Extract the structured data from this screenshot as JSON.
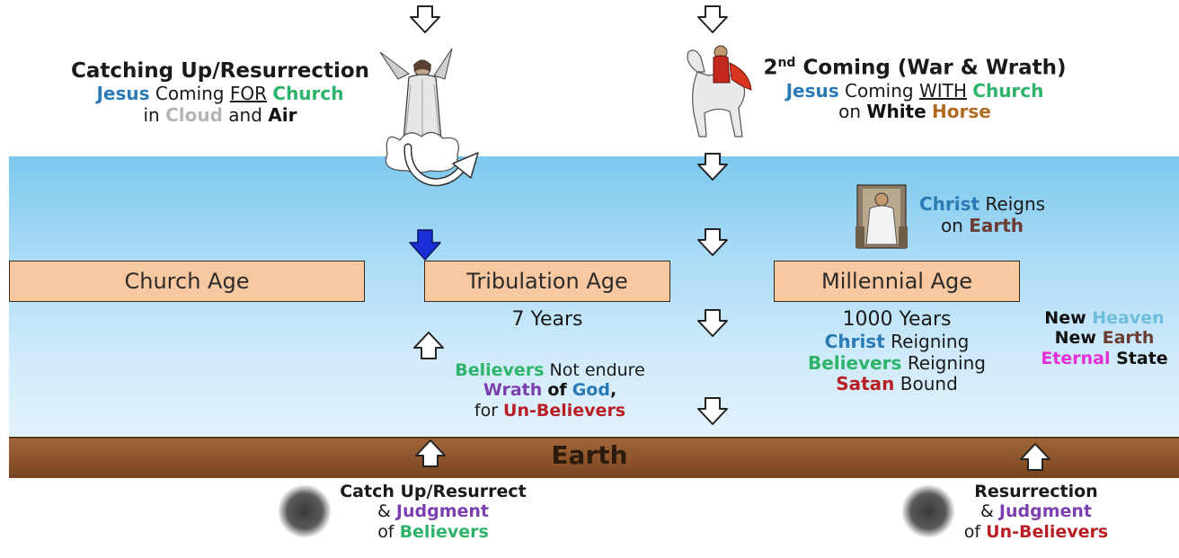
{
  "rapture": {
    "title": "Catching Up/Resurrection",
    "line2": {
      "w1": "Jesus",
      "w2": "Coming",
      "w3": "FOR",
      "w4": "Church"
    },
    "line3": {
      "w1": "in",
      "w2": "Cloud",
      "w3": "and",
      "w4": "Air"
    }
  },
  "second_coming": {
    "title_a": "2",
    "title_sup": "nd",
    "title_b": "Coming (War & Wrath)",
    "line2": {
      "w1": "Jesus",
      "w2": "Coming",
      "w3": "WITH",
      "w4": "Church"
    },
    "line3": {
      "w1": "on",
      "w2": "White",
      "w3": "Horse"
    }
  },
  "christ_reigns": {
    "w1": "Christ",
    "w2": "Reigns",
    "w3": "on",
    "w4": "Earth"
  },
  "ages": {
    "church": "Church Age",
    "tribulation": "Tribulation Age",
    "millennial": "Millennial Age"
  },
  "tribulation_years": "7 Years",
  "believers_note": {
    "w1": "Believers",
    "w2": "Not endure",
    "w3": "Wrath",
    "w4": "of",
    "w5": "God",
    "w6": "for",
    "w7": "Un-Believers"
  },
  "millennium": {
    "years": "1000 Years",
    "l2a": "Christ",
    "l2b": "Reigning",
    "l3a": "Believers",
    "l3b": "Reigning",
    "l4a": "Satan",
    "l4b": "Bound"
  },
  "eternal": {
    "l1a": "New",
    "l1b": "Heaven",
    "l2a": "New",
    "l2b": "Earth",
    "l3a": "Eternal",
    "l3b": "State"
  },
  "earth_label": "Earth",
  "judgment_believers": {
    "l1": "Catch Up/Resurrect",
    "l2a": "&",
    "l2b": "Judgment",
    "l3a": "of",
    "l3b": "Believers"
  },
  "judgment_unbelievers": {
    "l1": "Resurrection",
    "l2a": "&",
    "l2b": "Judgment",
    "l3a": "of",
    "l3b": "Un-Believers"
  },
  "colors": {
    "sky_top": "#7cc8ee",
    "earth": "#8a5229",
    "age_box": "#f8c9a0",
    "blue_arrow": "#1a2fd6"
  }
}
